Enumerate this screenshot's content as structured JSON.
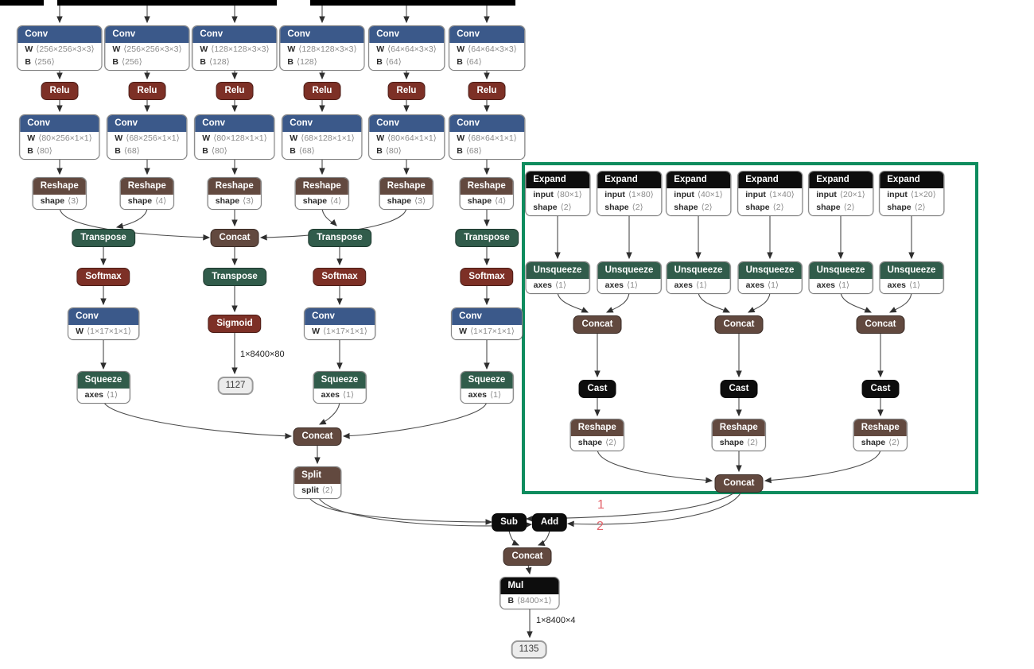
{
  "colors": {
    "conv_header": "#3b598a",
    "activation_header": "#7d3026",
    "shape_header": "#62493f",
    "transform_header": "#315c4b",
    "black_header": "#0d0d0d",
    "highlight_box_border": "#0e8c5e",
    "edge_marker_red": "#e4636b"
  },
  "branches": [
    {
      "conv_top": {
        "title": "Conv",
        "rows": [
          {
            "k": "W",
            "v": "⟨256×256×3×3⟩"
          },
          {
            "k": "B",
            "v": "⟨256⟩"
          }
        ]
      },
      "relu": "Relu",
      "conv_head": {
        "title": "Conv",
        "rows": [
          {
            "k": "W",
            "v": "⟨80×256×1×1⟩"
          },
          {
            "k": "B",
            "v": "⟨80⟩"
          }
        ]
      },
      "reshape": {
        "title": "Reshape",
        "rows": [
          {
            "k": "shape",
            "v": "⟨3⟩"
          }
        ]
      }
    },
    {
      "conv_top": {
        "title": "Conv",
        "rows": [
          {
            "k": "W",
            "v": "⟨256×256×3×3⟩"
          },
          {
            "k": "B",
            "v": "⟨256⟩"
          }
        ]
      },
      "relu": "Relu",
      "conv_head": {
        "title": "Conv",
        "rows": [
          {
            "k": "W",
            "v": "⟨68×256×1×1⟩"
          },
          {
            "k": "B",
            "v": "⟨68⟩"
          }
        ]
      },
      "reshape": {
        "title": "Reshape",
        "rows": [
          {
            "k": "shape",
            "v": "⟨4⟩"
          }
        ]
      }
    },
    {
      "conv_top": {
        "title": "Conv",
        "rows": [
          {
            "k": "W",
            "v": "⟨128×128×3×3⟩"
          },
          {
            "k": "B",
            "v": "⟨128⟩"
          }
        ]
      },
      "relu": "Relu",
      "conv_head": {
        "title": "Conv",
        "rows": [
          {
            "k": "W",
            "v": "⟨80×128×1×1⟩"
          },
          {
            "k": "B",
            "v": "⟨80⟩"
          }
        ]
      },
      "reshape": {
        "title": "Reshape",
        "rows": [
          {
            "k": "shape",
            "v": "⟨3⟩"
          }
        ]
      }
    },
    {
      "conv_top": {
        "title": "Conv",
        "rows": [
          {
            "k": "W",
            "v": "⟨128×128×3×3⟩"
          },
          {
            "k": "B",
            "v": "⟨128⟩"
          }
        ]
      },
      "relu": "Relu",
      "conv_head": {
        "title": "Conv",
        "rows": [
          {
            "k": "W",
            "v": "⟨68×128×1×1⟩"
          },
          {
            "k": "B",
            "v": "⟨68⟩"
          }
        ]
      },
      "reshape": {
        "title": "Reshape",
        "rows": [
          {
            "k": "shape",
            "v": "⟨4⟩"
          }
        ]
      }
    },
    {
      "conv_top": {
        "title": "Conv",
        "rows": [
          {
            "k": "W",
            "v": "⟨64×64×3×3⟩"
          },
          {
            "k": "B",
            "v": "⟨64⟩"
          }
        ]
      },
      "relu": "Relu",
      "conv_head": {
        "title": "Conv",
        "rows": [
          {
            "k": "W",
            "v": "⟨80×64×1×1⟩"
          },
          {
            "k": "B",
            "v": "⟨80⟩"
          }
        ]
      },
      "reshape": {
        "title": "Reshape",
        "rows": [
          {
            "k": "shape",
            "v": "⟨3⟩"
          }
        ]
      }
    },
    {
      "conv_top": {
        "title": "Conv",
        "rows": [
          {
            "k": "W",
            "v": "⟨64×64×3×3⟩"
          },
          {
            "k": "B",
            "v": "⟨64⟩"
          }
        ]
      },
      "relu": "Relu",
      "conv_head": {
        "title": "Conv",
        "rows": [
          {
            "k": "W",
            "v": "⟨68×64×1×1⟩"
          },
          {
            "k": "B",
            "v": "⟨68⟩"
          }
        ]
      },
      "reshape": {
        "title": "Reshape",
        "rows": [
          {
            "k": "shape",
            "v": "⟨4⟩"
          }
        ]
      }
    }
  ],
  "class_head": {
    "concat": "Concat",
    "transpose": "Transpose",
    "sigmoid": "Sigmoid",
    "output_shape_label": "1×8400×80",
    "output_id": "1127"
  },
  "dfl_heads": [
    {
      "transpose": "Transpose",
      "softmax": "Softmax",
      "conv": {
        "title": "Conv",
        "rows": [
          {
            "k": "W",
            "v": "⟨1×17×1×1⟩"
          }
        ]
      },
      "squeeze": {
        "title": "Squeeze",
        "rows": [
          {
            "k": "axes",
            "v": "⟨1⟩"
          }
        ]
      }
    },
    {
      "transpose": "Transpose",
      "softmax": "Softmax",
      "conv": {
        "title": "Conv",
        "rows": [
          {
            "k": "W",
            "v": "⟨1×17×1×1⟩"
          }
        ]
      },
      "squeeze": {
        "title": "Squeeze",
        "rows": [
          {
            "k": "axes",
            "v": "⟨1⟩"
          }
        ]
      }
    },
    {
      "transpose": "Transpose",
      "softmax": "Softmax",
      "conv": {
        "title": "Conv",
        "rows": [
          {
            "k": "W",
            "v": "⟨1×17×1×1⟩"
          }
        ]
      },
      "squeeze": {
        "title": "Squeeze",
        "rows": [
          {
            "k": "axes",
            "v": "⟨1⟩"
          }
        ]
      }
    }
  ],
  "decode": {
    "concat": "Concat",
    "split": {
      "title": "Split",
      "rows": [
        {
          "k": "split",
          "v": "⟨2⟩"
        }
      ]
    },
    "sub": "Sub",
    "add": "Add",
    "concat2": "Concat",
    "mul": {
      "title": "Mul",
      "rows": [
        {
          "k": "B",
          "v": "⟨8400×1⟩"
        }
      ]
    },
    "output_shape_label": "1×8400×4",
    "output_id": "1135",
    "edge_marker_1": "1",
    "edge_marker_2": "2"
  },
  "anchor_box": {
    "expands": [
      {
        "title": "Expand",
        "rows": [
          {
            "k": "input",
            "v": "⟨80×1⟩"
          },
          {
            "k": "shape",
            "v": "⟨2⟩"
          }
        ]
      },
      {
        "title": "Expand",
        "rows": [
          {
            "k": "input",
            "v": "⟨1×80⟩"
          },
          {
            "k": "shape",
            "v": "⟨2⟩"
          }
        ]
      },
      {
        "title": "Expand",
        "rows": [
          {
            "k": "input",
            "v": "⟨40×1⟩"
          },
          {
            "k": "shape",
            "v": "⟨2⟩"
          }
        ]
      },
      {
        "title": "Expand",
        "rows": [
          {
            "k": "input",
            "v": "⟨1×40⟩"
          },
          {
            "k": "shape",
            "v": "⟨2⟩"
          }
        ]
      },
      {
        "title": "Expand",
        "rows": [
          {
            "k": "input",
            "v": "⟨20×1⟩"
          },
          {
            "k": "shape",
            "v": "⟨2⟩"
          }
        ]
      },
      {
        "title": "Expand",
        "rows": [
          {
            "k": "input",
            "v": "⟨1×20⟩"
          },
          {
            "k": "shape",
            "v": "⟨2⟩"
          }
        ]
      }
    ],
    "unsqueezes": [
      {
        "title": "Unsqueeze",
        "rows": [
          {
            "k": "axes",
            "v": "⟨1⟩"
          }
        ]
      },
      {
        "title": "Unsqueeze",
        "rows": [
          {
            "k": "axes",
            "v": "⟨1⟩"
          }
        ]
      },
      {
        "title": "Unsqueeze",
        "rows": [
          {
            "k": "axes",
            "v": "⟨1⟩"
          }
        ]
      },
      {
        "title": "Unsqueeze",
        "rows": [
          {
            "k": "axes",
            "v": "⟨1⟩"
          }
        ]
      },
      {
        "title": "Unsqueeze",
        "rows": [
          {
            "k": "axes",
            "v": "⟨1⟩"
          }
        ]
      },
      {
        "title": "Unsqueeze",
        "rows": [
          {
            "k": "axes",
            "v": "⟨1⟩"
          }
        ]
      }
    ],
    "concats": [
      "Concat",
      "Concat",
      "Concat"
    ],
    "casts": [
      "Cast",
      "Cast",
      "Cast"
    ],
    "reshapes": [
      {
        "title": "Reshape",
        "rows": [
          {
            "k": "shape",
            "v": "⟨2⟩"
          }
        ]
      },
      {
        "title": "Reshape",
        "rows": [
          {
            "k": "shape",
            "v": "⟨2⟩"
          }
        ]
      },
      {
        "title": "Reshape",
        "rows": [
          {
            "k": "shape",
            "v": "⟨2⟩"
          }
        ]
      }
    ],
    "final_concat": "Concat"
  }
}
